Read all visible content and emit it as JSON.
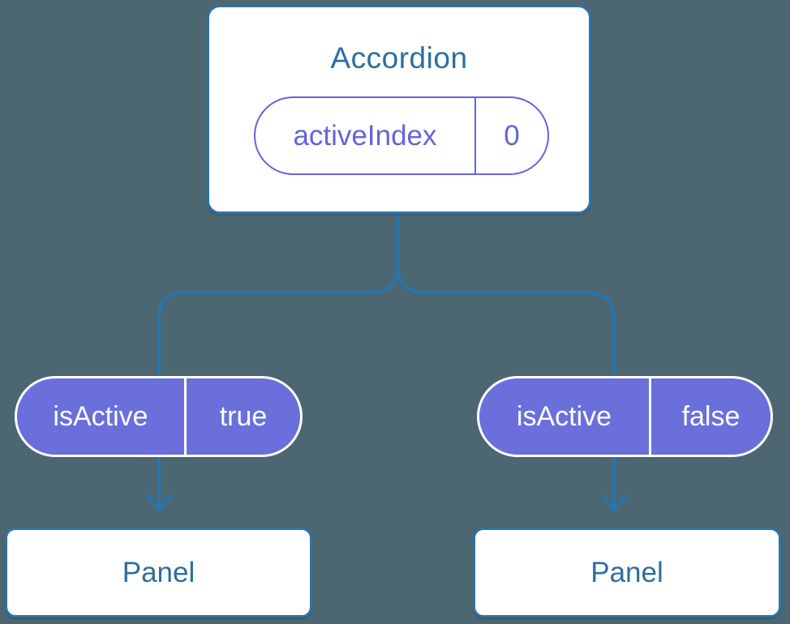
{
  "tree": {
    "root": {
      "title": "Accordion",
      "state": {
        "name": "activeIndex",
        "value": "0"
      }
    },
    "children": [
      {
        "prop_name": "isActive",
        "prop_value": "true",
        "label": "Panel"
      },
      {
        "prop_name": "isActive",
        "prop_value": "false",
        "label": "Panel"
      }
    ]
  },
  "colors": {
    "background": "#4C6672",
    "connector_blue": "#2C74A8",
    "card_background": "#FFFFFF",
    "component_text_blue": "#2D6E9E",
    "state_purple": "#6266D8",
    "prop_pill_fill": "#6A6FDB",
    "prop_pill_text": "#FFFFFF"
  }
}
